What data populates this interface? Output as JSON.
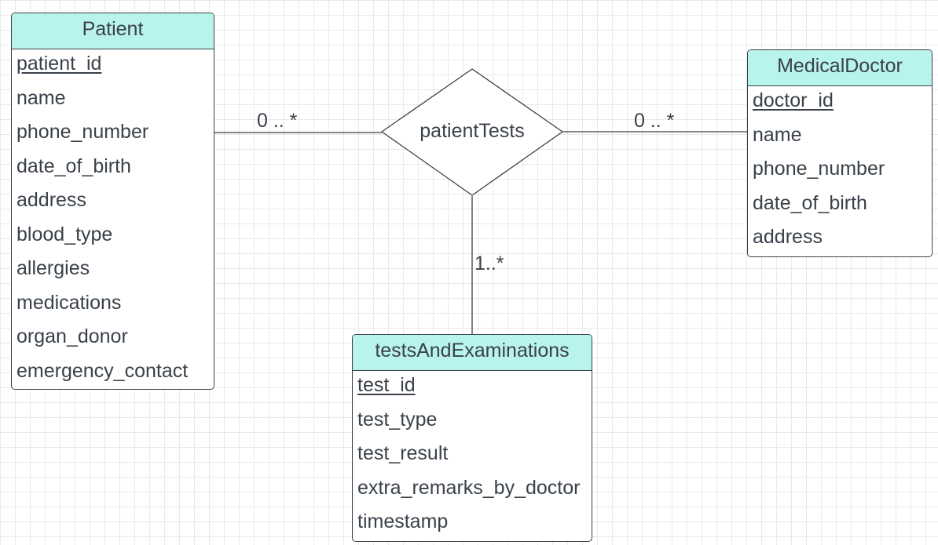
{
  "entities": {
    "patient": {
      "name": "Patient",
      "attributes": [
        {
          "label": "patient_id"
        },
        {
          "label": "name"
        },
        {
          "label": "phone_number"
        },
        {
          "label": "date_of_birth"
        },
        {
          "label": "address"
        },
        {
          "label": "blood_type"
        },
        {
          "label": "allergies"
        },
        {
          "label": "medications"
        },
        {
          "label": "organ_donor"
        },
        {
          "label": "emergency_contact"
        }
      ]
    },
    "doctor": {
      "name": "MedicalDoctor",
      "attributes": [
        {
          "label": "doctor_id"
        },
        {
          "label": "name"
        },
        {
          "label": "phone_number"
        },
        {
          "label": "date_of_birth"
        },
        {
          "label": "address"
        }
      ]
    },
    "tests": {
      "name": "testsAndExaminations",
      "attributes": [
        {
          "label": "test_id"
        },
        {
          "label": "test_type"
        },
        {
          "label": "test_result"
        },
        {
          "label": "extra_remarks_by_doctor"
        },
        {
          "label": "timestamp"
        }
      ]
    }
  },
  "relationship": {
    "name": "patientTests"
  },
  "cardinalities": {
    "patient_side": "0 .. *",
    "doctor_side": "0 .. *",
    "tests_side": "1..*"
  },
  "colors": {
    "header_fill": "#b8f3ec",
    "stroke": "#3a414a",
    "grid": "#e9e9e9"
  }
}
